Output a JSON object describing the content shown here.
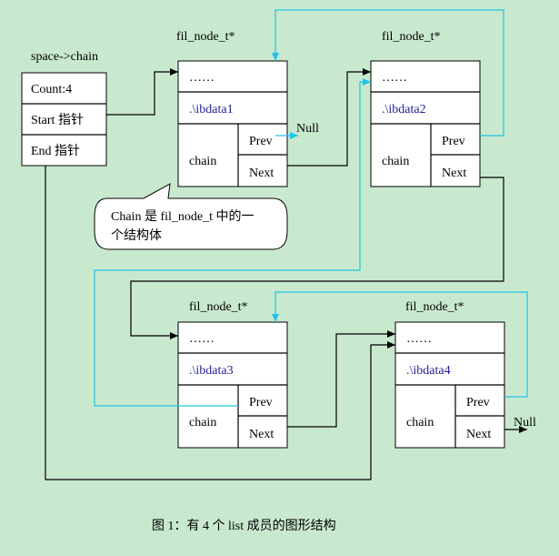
{
  "space": {
    "title": "space->chain",
    "count_label": "Count:4",
    "start_label": "Start 指针",
    "end_label": "End 指针"
  },
  "nodes": [
    {
      "title": "fil_node_t*",
      "dots": "……",
      "name": ".\\ibdata1",
      "chain": "chain",
      "prev": "Prev",
      "next": "Next"
    },
    {
      "title": "fil_node_t*",
      "dots": "……",
      "name": ".\\ibdata2",
      "chain": "chain",
      "prev": "Prev",
      "next": "Next"
    },
    {
      "title": "fil_node_t*",
      "dots": "……",
      "name": ".\\ibdata3",
      "chain": "chain",
      "prev": "Prev",
      "next": "Next"
    },
    {
      "title": "fil_node_t*",
      "dots": "……",
      "name": ".\\ibdata4",
      "chain": "chain",
      "prev": "Prev",
      "next": "Next"
    }
  ],
  "null_top": "Null",
  "null_bottom": "Null",
  "callout": {
    "line1": "Chain 是 fil_node_t 中的一",
    "line2": "个结构体"
  },
  "caption": "图 1：有 4 个 list 成员的图形结构",
  "colors": {
    "background": "#c9e9cf",
    "pointer_link": "#20c4e6",
    "filename_text": "#1f1f8f"
  }
}
